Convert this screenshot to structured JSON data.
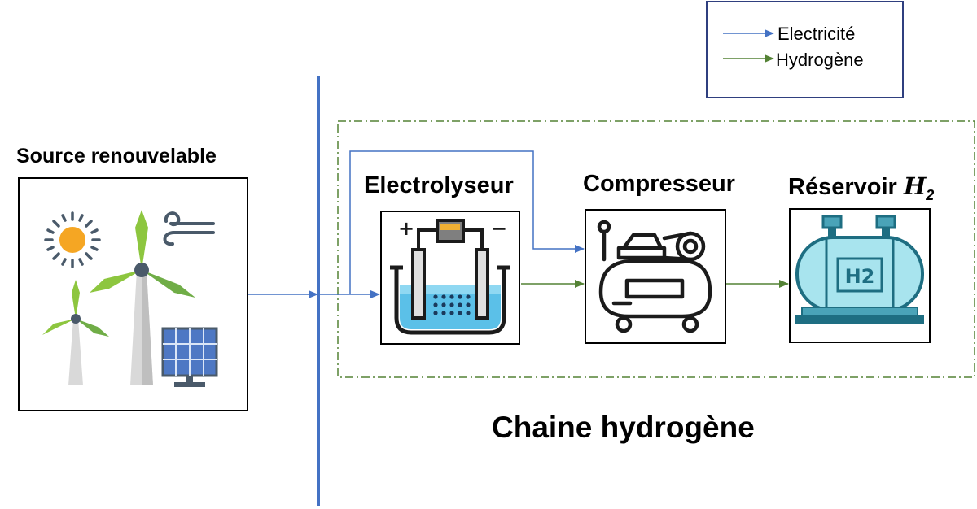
{
  "source": {
    "title": "Source renouvelable"
  },
  "chain": {
    "title": "Chaine hydrogène",
    "electrolyseur": "Electrolyseur",
    "compresseur": "Compresseur",
    "reservoir": "Réservoir",
    "reservoir_symbol": "H",
    "reservoir_subscript": "2",
    "tank_label": "H2"
  },
  "legend": {
    "electricity": "Electricité",
    "hydrogen": "Hydrogène"
  },
  "colors": {
    "electricity": "#4472c4",
    "hydrogen": "#548235",
    "bus": "#4472c4",
    "dashed_frame": "#548235"
  }
}
